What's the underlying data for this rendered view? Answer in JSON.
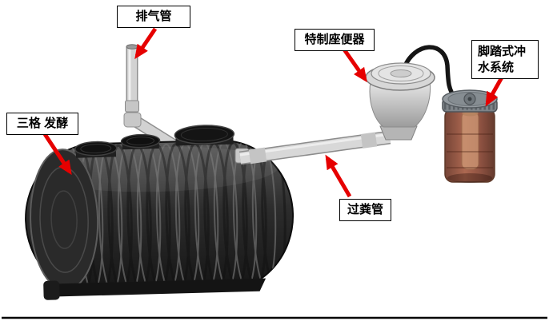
{
  "figure": {
    "annotations": [
      {
        "id": "vent-pipe",
        "label": "排气管",
        "arrow": "down-left"
      },
      {
        "id": "toilet",
        "label": "特制座便器",
        "arrow": "down-right"
      },
      {
        "id": "flush-system",
        "label": "脚踏式冲水系统",
        "arrow": "down-left"
      },
      {
        "id": "septic-tank",
        "label": "三格 发酵",
        "arrow": "down-right"
      },
      {
        "id": "transfer-pipe",
        "label": "过粪管",
        "arrow": "up-left"
      }
    ],
    "components": [
      "vent-pipe",
      "septic-tank",
      "transfer-pipe",
      "toilet",
      "flush-system",
      "connector-hose"
    ]
  },
  "colors": {
    "background": "#ffffff",
    "arrow": "#e60000",
    "label_border": "#000000",
    "label_background": "#ffffff",
    "label_text": "#000000",
    "tank_body": "#2e2e2e",
    "pipe": "#d6d6d6",
    "toilet": "#d9d9d9",
    "flush_body": "#99543e",
    "flush_lid": "#868c90"
  }
}
